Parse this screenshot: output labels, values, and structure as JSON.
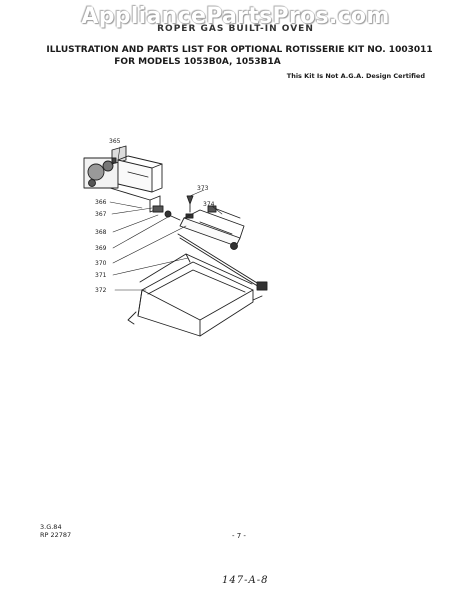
{
  "watermark": "AppliancePartsPros.com",
  "header": {
    "title_line_1": "ROPER GAS BUILT-IN OVEN",
    "title_line_2": "ILLUSTRATION AND PARTS LIST FOR OPTIONAL ROTISSERIE KIT NO. 1003011",
    "title_line_3": "FOR MODELS 1053B0A, 1053B1A",
    "certification_note": "This Kit Is Not A.G.A. Design Certified"
  },
  "callouts": [
    "365",
    "366",
    "367",
    "368",
    "369",
    "370",
    "371",
    "372",
    "373",
    "374"
  ],
  "footer": {
    "date_code": "3.G.84",
    "document_number": "RP 22787",
    "page_number": "- 7 -",
    "handwritten_note": "147-A-8"
  }
}
